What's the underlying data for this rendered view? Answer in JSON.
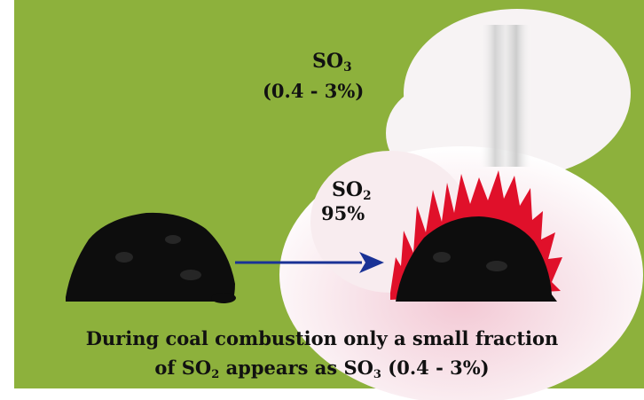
{
  "labels": {
    "so3_base": "SO",
    "so3_sub": "3",
    "so3_range": "(0.4 - 3%)",
    "so2_base": "SO",
    "so2_sub": "2",
    "so2_percent": "95%"
  },
  "caption": {
    "line1": "During coal combustion only a small fraction",
    "line2_prefix": "of SO",
    "line2_sub1": "2",
    "line2_mid": " appears as SO",
    "line2_sub2": "3",
    "line2_suffix": " (0.4 - 3%)"
  },
  "colors": {
    "background": "#8db13c",
    "border": "#ffffff",
    "coal": "#0d0d0d",
    "flame": "#e0102a",
    "arrow": "#1a3296",
    "cloud": "#f6eef0"
  }
}
